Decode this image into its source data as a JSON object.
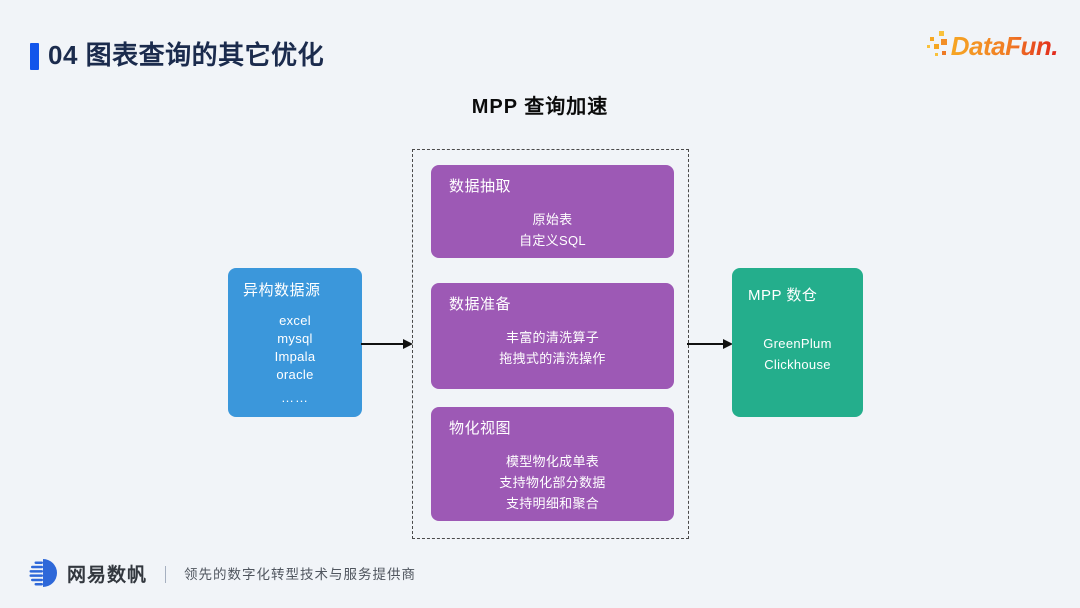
{
  "slide": {
    "header": {
      "title": "04 图表查询的其它优化"
    },
    "brand_logo": {
      "text": "DataFun."
    },
    "diagram": {
      "title": "MPP 查询加速",
      "source": {
        "title": "异构数据源",
        "items": [
          "excel",
          "mysql",
          "Impala",
          "oracle",
          "……"
        ]
      },
      "pipeline": [
        {
          "title": "数据抽取",
          "items": [
            "原始表",
            "自定义SQL"
          ]
        },
        {
          "title": "数据准备",
          "items": [
            "丰富的清洗算子",
            "拖拽式的清洗操作"
          ]
        },
        {
          "title": "物化视图",
          "items": [
            "模型物化成单表",
            "支持物化部分数据",
            "支持明细和聚合"
          ]
        }
      ],
      "target": {
        "title": "MPP 数仓",
        "items": [
          "GreenPlum",
          "Clickhouse"
        ]
      }
    },
    "footer": {
      "brand": "网易数帆",
      "separator": "｜",
      "tagline": "领先的数字化转型技术与服务提供商"
    },
    "colors": {
      "background": "#F1F4F8",
      "accent_bar": "#1155EB",
      "heading_text": "#1B2B4D",
      "source_box": "#3B97DB",
      "pipeline_box": "#9D59B5",
      "target_box": "#24AE8C",
      "logo_gradient_start": "#F6A623",
      "logo_gradient_end": "#E1251B",
      "footer_logo_blue": "#2E68D9",
      "arrow": "#111111"
    }
  }
}
